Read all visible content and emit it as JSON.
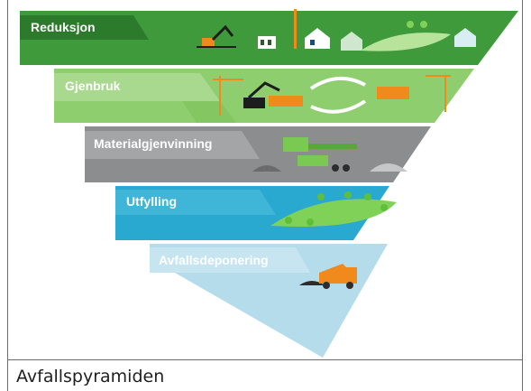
{
  "levels": [
    {
      "label": "Reduksjon",
      "band_color": "#3e9a3b",
      "tab_color": "#2c7a2b"
    },
    {
      "label": "Gjenbruk",
      "band_color": "#8fce6e",
      "tab_color": "#a9d98e"
    },
    {
      "label": "Materialgjenvinning",
      "band_color": "#8c8d8f",
      "tab_color": "#a4a5a7"
    },
    {
      "label": "Utfylling",
      "band_color": "#29a9cf",
      "tab_color": "#3fb6d8"
    },
    {
      "label": "Avfallsdeponering",
      "band_color": "#b5dcea",
      "tab_color": "#c7e5f0"
    }
  ],
  "caption": "Avfallspyramiden"
}
